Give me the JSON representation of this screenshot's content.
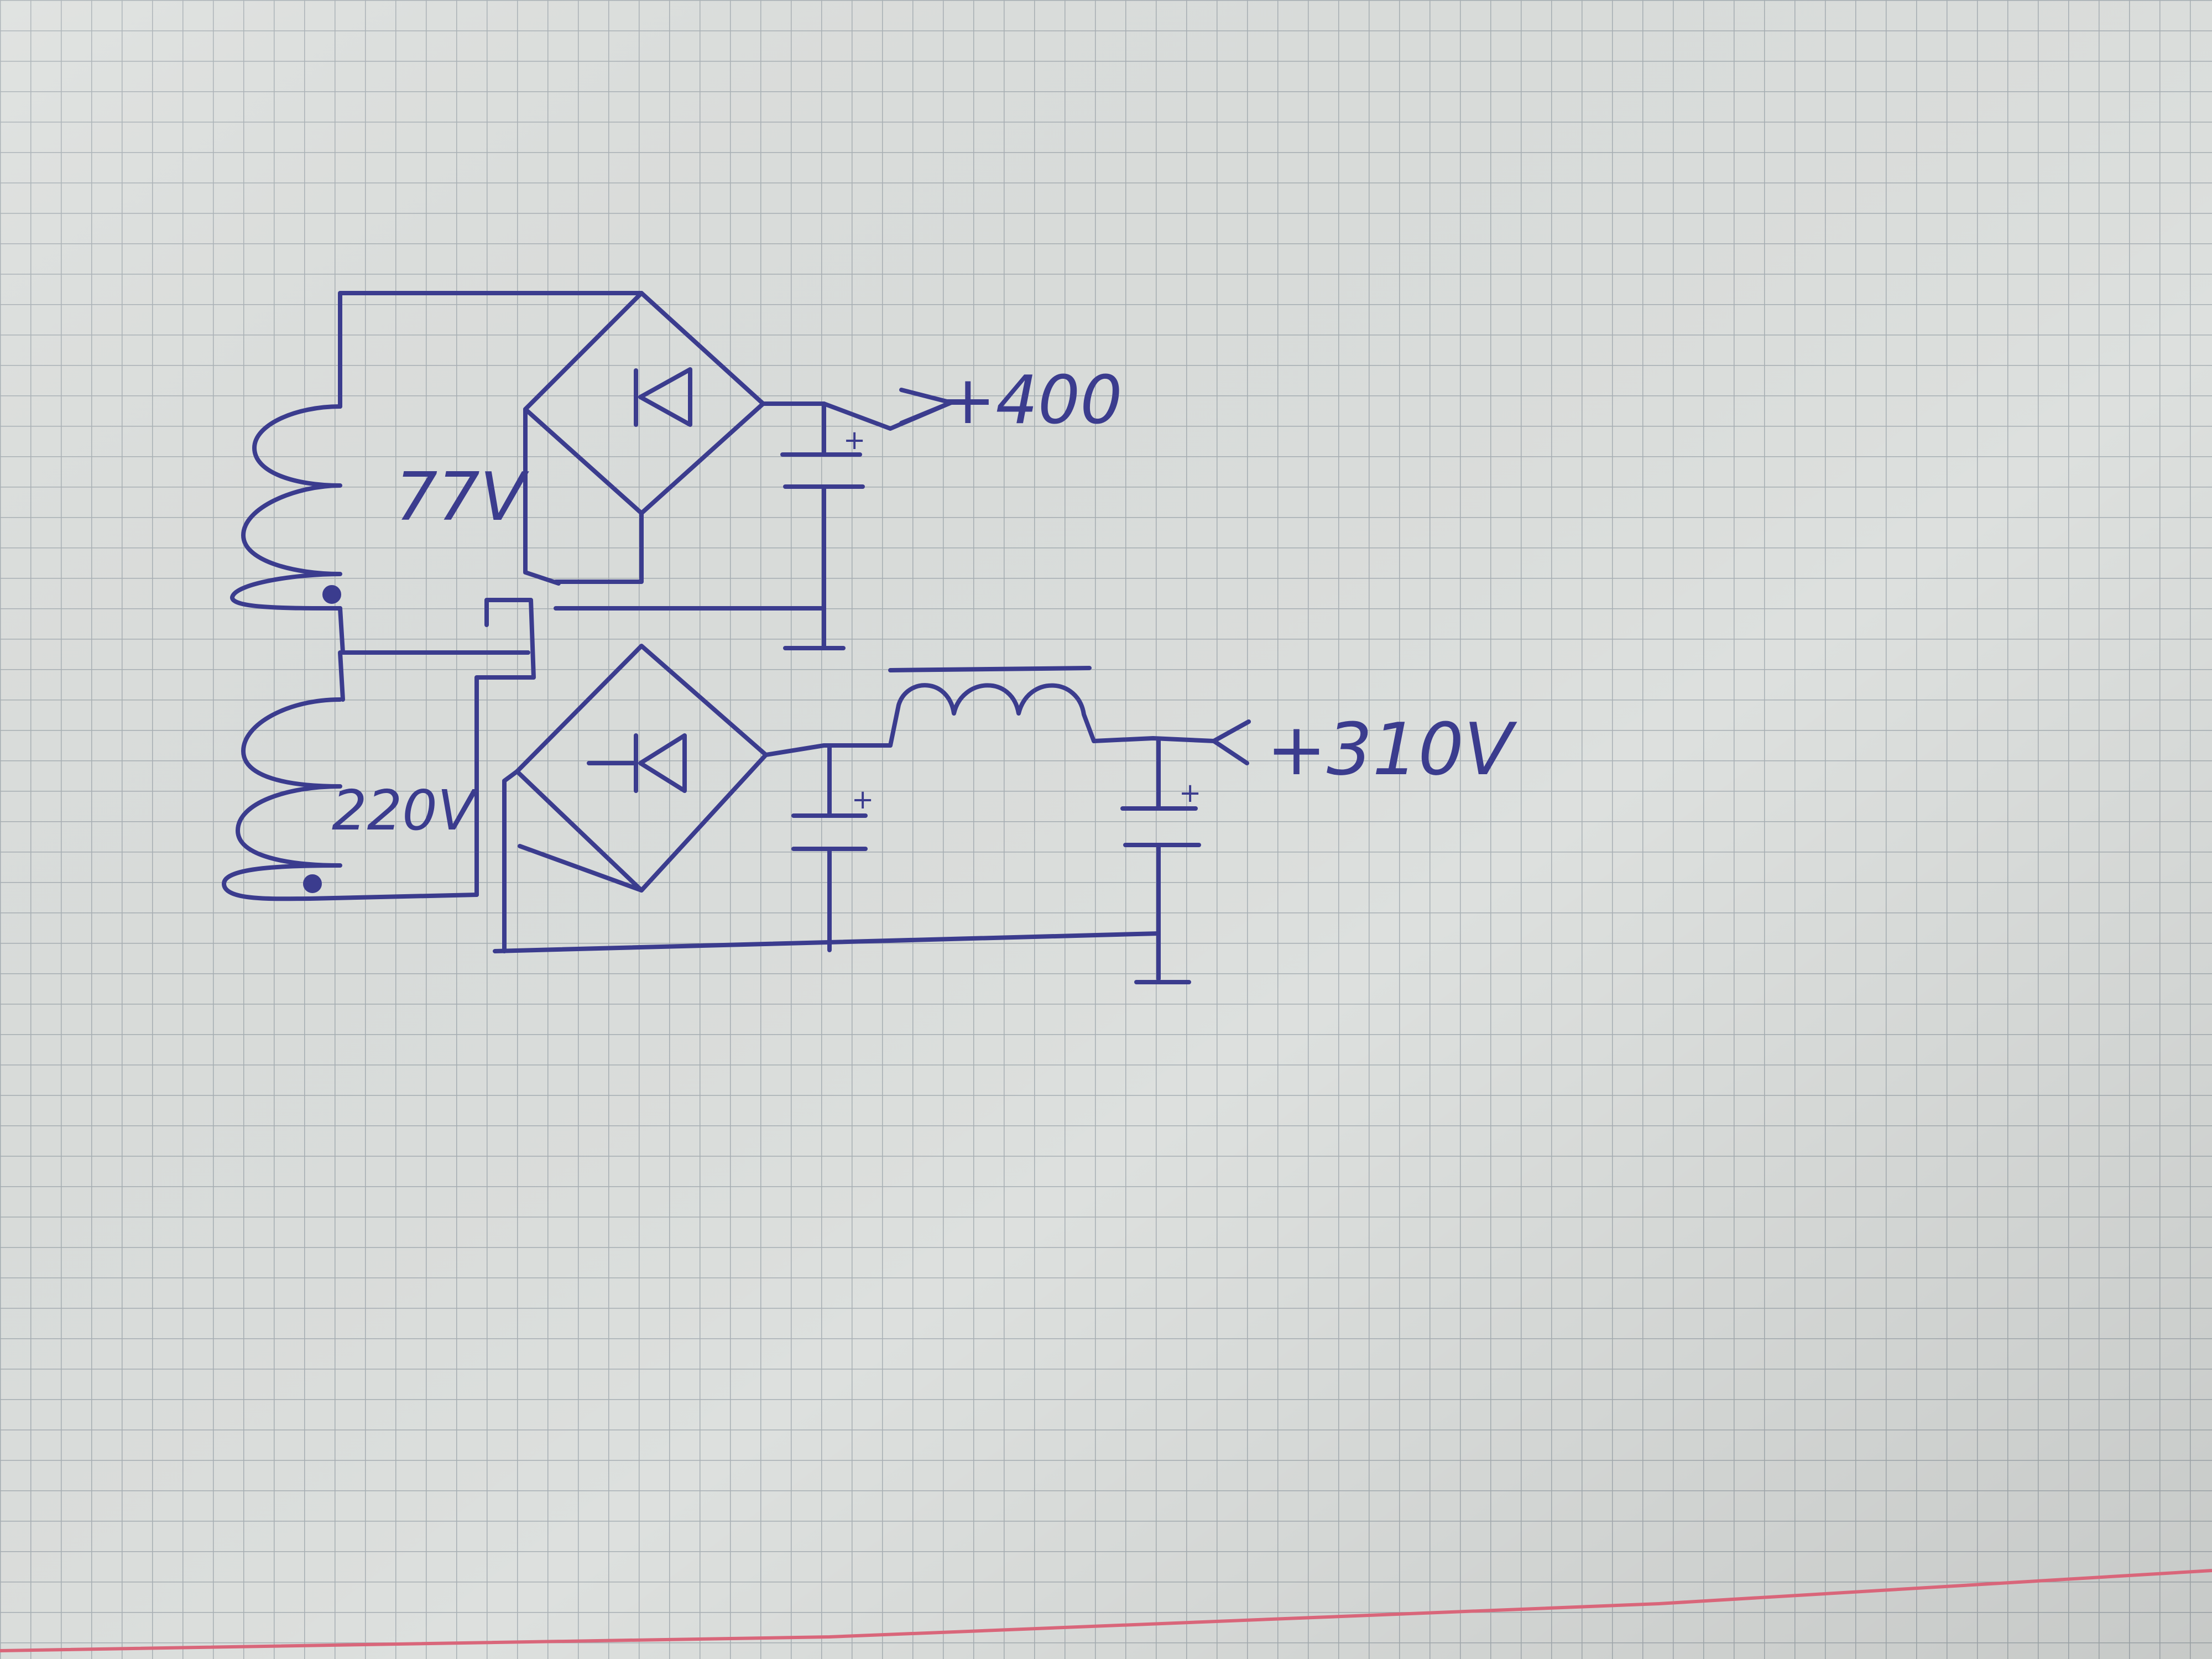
{
  "diagram": {
    "labels": {
      "secondary_voltage": "77V",
      "primary_voltage": "220V",
      "output_high": "+400",
      "output_low": "+310V",
      "cap_polarity": "+"
    },
    "colors": {
      "ink": "#3b3c8e",
      "paper": "#dde0de",
      "grid": "#9fa8ae",
      "margin_line": "#d9667a"
    }
  }
}
